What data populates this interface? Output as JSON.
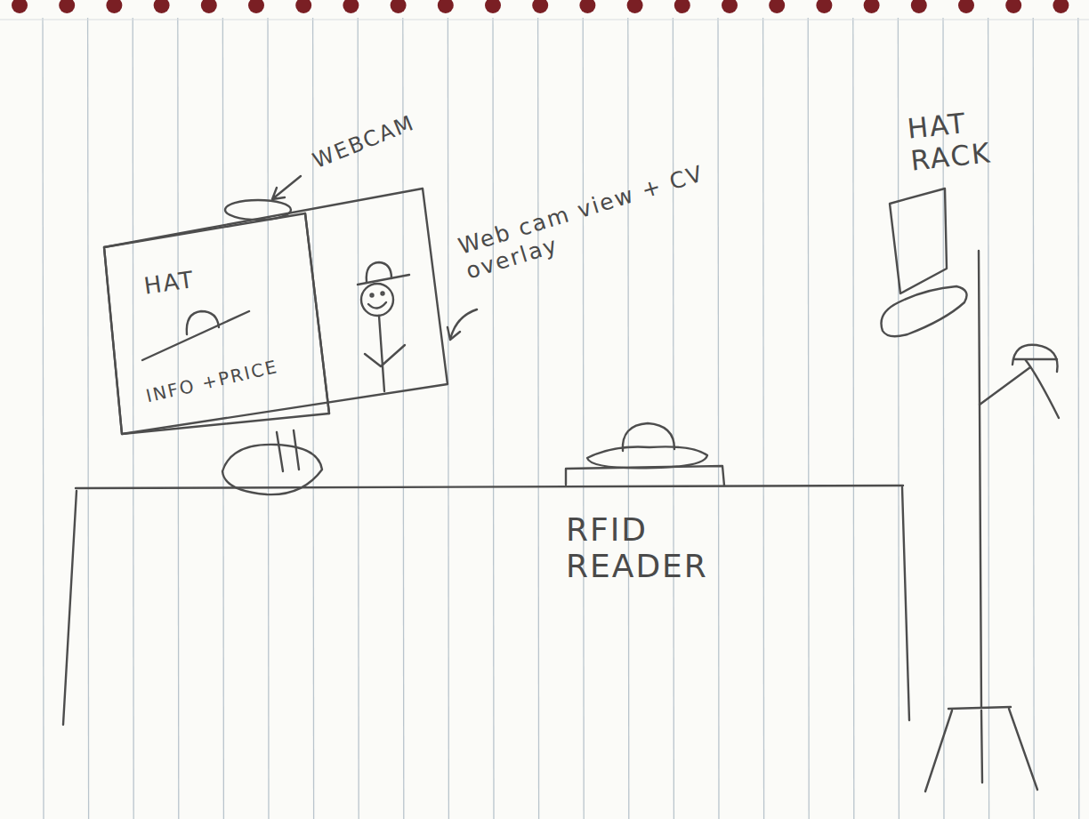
{
  "diagram": {
    "nodes": [
      {
        "text": [
          "HAT",
          "INFO +PRICE"
        ]
      }
    ],
    "labels": [
      "WEBCAM",
      "Web cam view + CV overlay",
      "HAT RACK",
      "RFID READER"
    ]
  }
}
